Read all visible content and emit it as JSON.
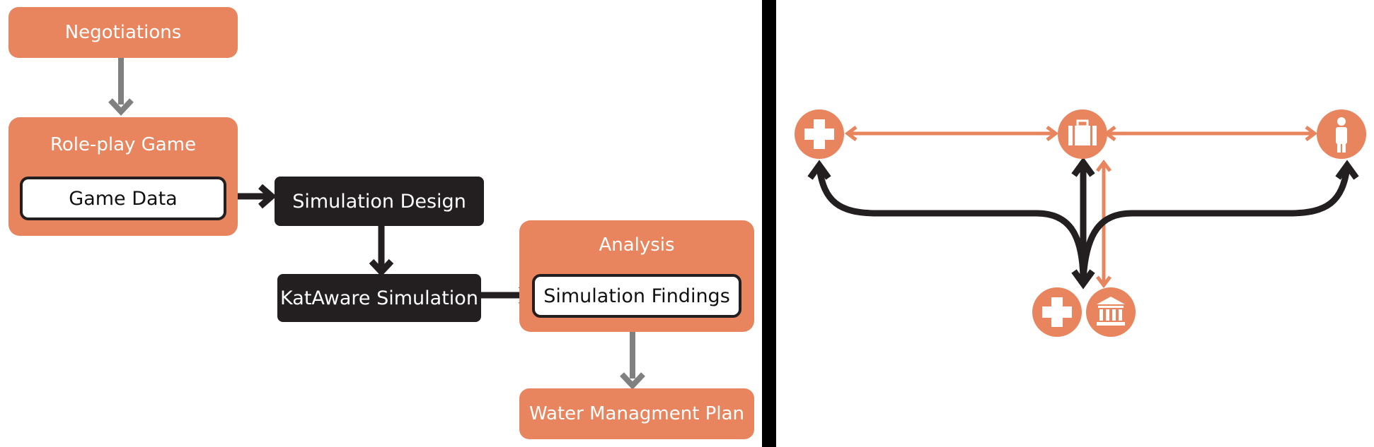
{
  "flowchart": {
    "negotiations": "Negotiations",
    "roleplay_game": "Role-play Game",
    "game_data": "Game Data",
    "simulation_design": "Simulation Design",
    "kataware_simulation": "KatAware Simulation",
    "analysis": "Analysis",
    "simulation_findings": "Simulation Findings",
    "water_plan": "Water Managment Plan"
  },
  "colors": {
    "orange": "#e8855e",
    "dark": "#231f20",
    "gray_arrow": "#808080",
    "divider": "#000000"
  },
  "network": {
    "nodes": [
      "medical-cross-icon",
      "briefcase-icon",
      "person-icon",
      "medical-cross-icon",
      "government-building-icon"
    ]
  }
}
